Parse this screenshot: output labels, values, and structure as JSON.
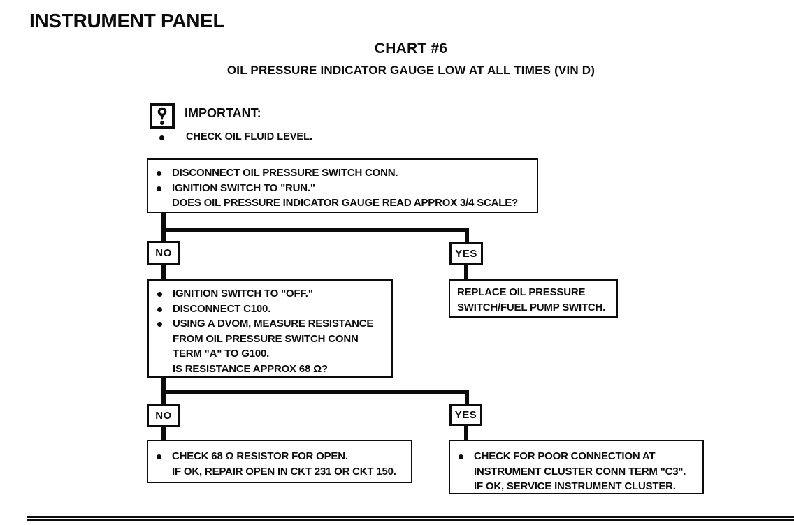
{
  "page": {
    "heading": "INSTRUMENT PANEL",
    "title": "CHART #6",
    "subtitle": "OIL PRESSURE INDICATOR GAUGE LOW AT ALL TIMES (VIN D)"
  },
  "important": {
    "icon": "exclamation-icon",
    "label": "IMPORTANT:",
    "note": "CHECK OIL FLUID LEVEL."
  },
  "flow": {
    "step1": {
      "lines": [
        "DISCONNECT OIL PRESSURE SWITCH CONN.",
        "IGNITION SWITCH TO \"RUN.\"",
        "DOES OIL PRESSURE INDICATOR GAUGE READ APPROX 3/4 SCALE?"
      ]
    },
    "branch1": {
      "no": "NO",
      "yes": "YES"
    },
    "step2": {
      "lines": [
        "IGNITION SWITCH TO \"OFF.\"",
        "DISCONNECT C100.",
        "USING A DVOM, MEASURE RESISTANCE",
        "FROM OIL PRESSURE SWITCH CONN",
        "TERM \"A\" TO G100.",
        "IS RESISTANCE APPROX 68 Ω?"
      ]
    },
    "replace": {
      "lines": [
        "REPLACE OIL PRESSURE",
        "SWITCH/FUEL PUMP SWITCH."
      ]
    },
    "branch2": {
      "no": "NO",
      "yes": "YES"
    },
    "check_resistor": {
      "lines": [
        "CHECK 68 Ω RESISTOR FOR OPEN.",
        "IF OK, REPAIR OPEN IN CKT 231 OR CKT 150."
      ]
    },
    "check_connection": {
      "lines": [
        "CHECK FOR POOR CONNECTION AT",
        "INSTRUMENT CLUSTER CONN TERM \"C3\".",
        "IF OK, SERVICE INSTRUMENT CLUSTER."
      ]
    }
  },
  "colors": {
    "ink": "#0c0c0c",
    "paper": "#ffffff"
  }
}
